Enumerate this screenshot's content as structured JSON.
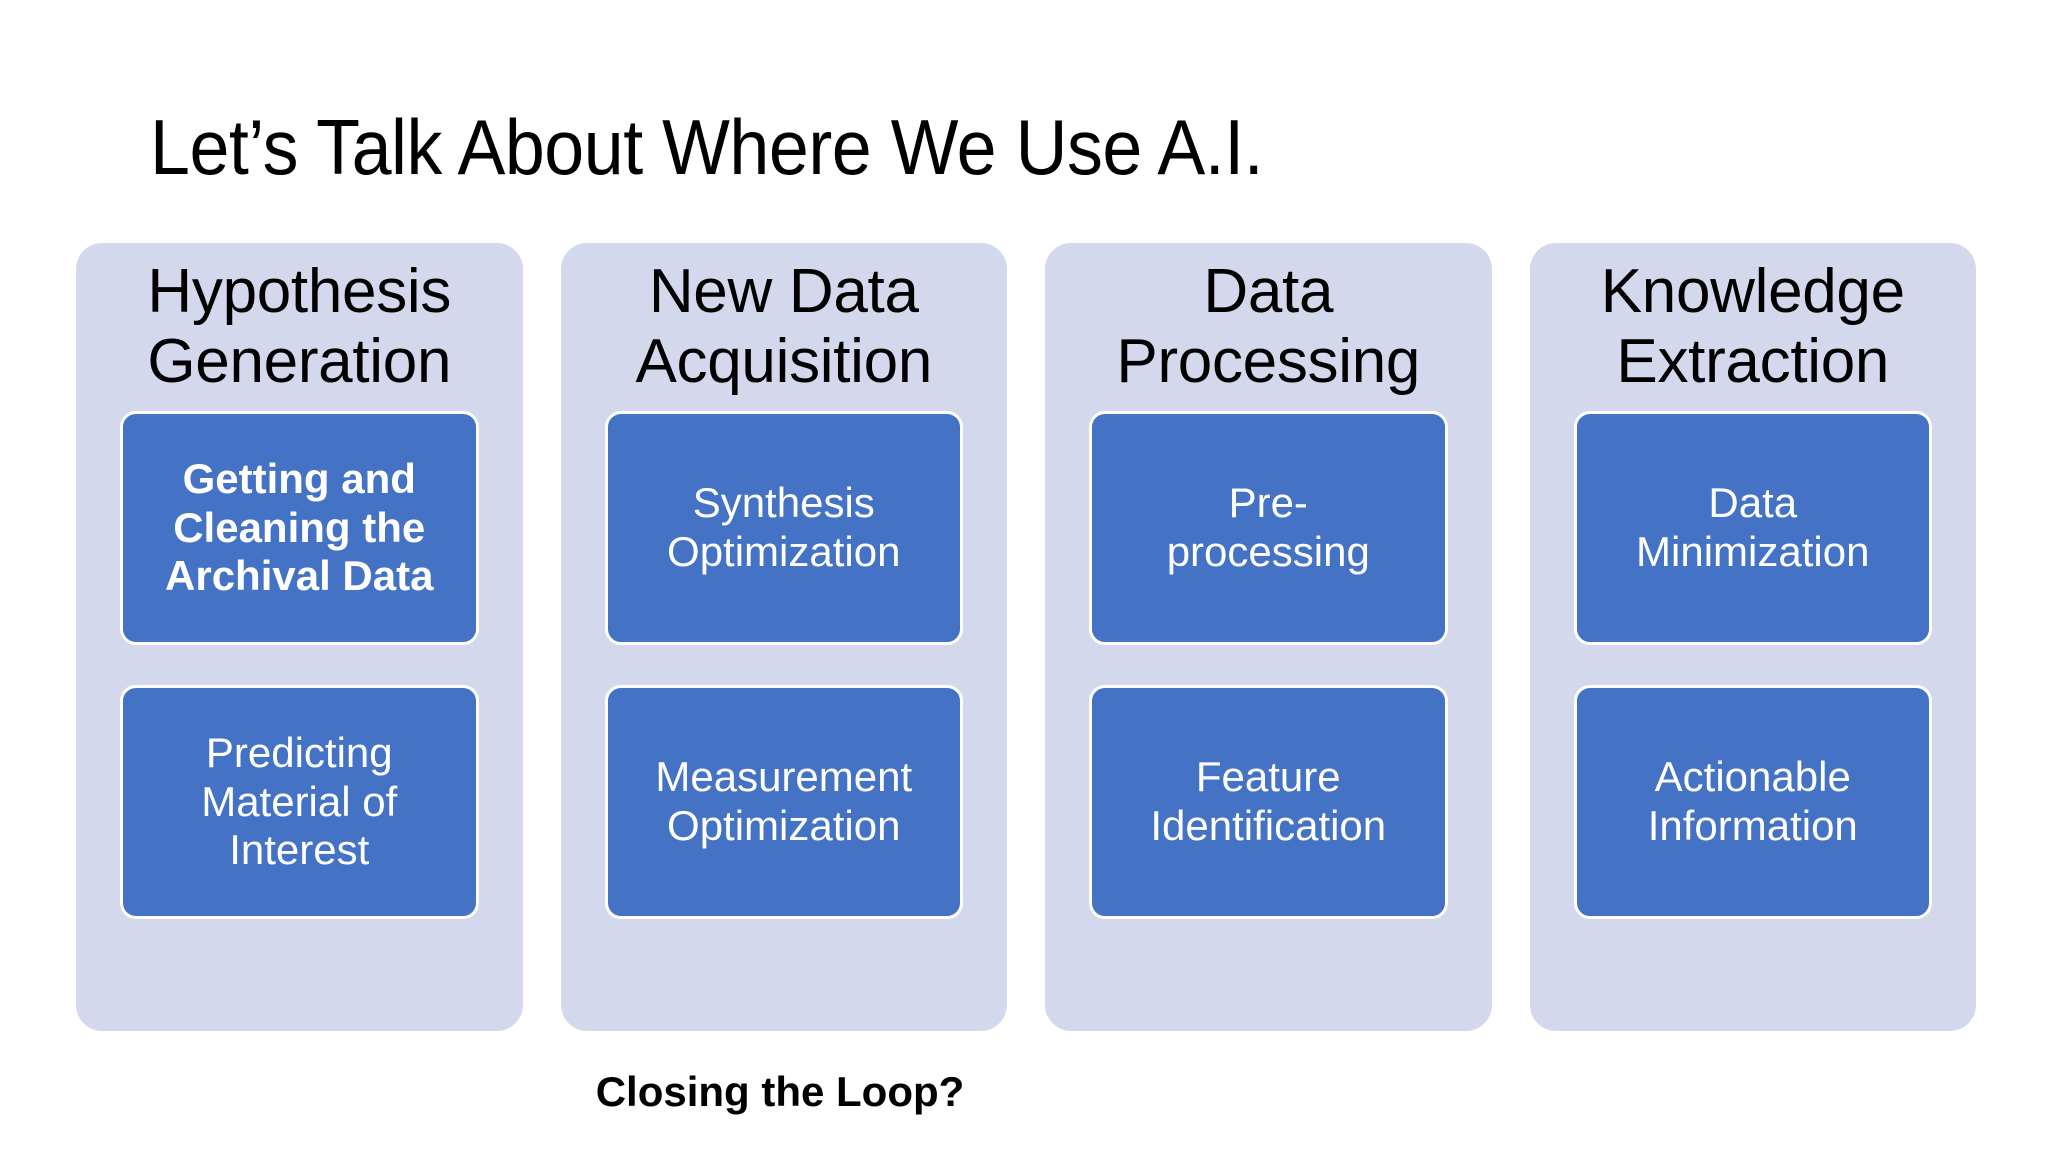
{
  "slide": {
    "title": "Let’s Talk About Where We Use A.I.",
    "caption": "Closing the Loop?",
    "accent_panel_color": "#d4d8ec",
    "accent_card_color": "#4472c4",
    "card_text_color": "#ffffff",
    "header_text_color": "#000000",
    "background_color": "#ffffff"
  },
  "columns": [
    {
      "header_lines": [
        "Hypothesis",
        "Generation"
      ],
      "cards": [
        {
          "lines": [
            "Getting and",
            "Cleaning the",
            "Archival Data"
          ],
          "emphasis": true
        },
        {
          "lines": [
            "Predicting",
            "Material of",
            "Interest"
          ],
          "emphasis": false
        }
      ]
    },
    {
      "header_lines": [
        "New Data",
        "Acquisition"
      ],
      "cards": [
        {
          "lines": [
            "Synthesis",
            "Optimization"
          ],
          "emphasis": false
        },
        {
          "lines": [
            "Measurement",
            "Optimization"
          ],
          "emphasis": false
        }
      ]
    },
    {
      "header_lines": [
        "Data",
        "Processing"
      ],
      "cards": [
        {
          "lines": [
            "Pre-",
            "processing"
          ],
          "emphasis": false
        },
        {
          "lines": [
            "Feature",
            "Identification"
          ],
          "emphasis": false
        }
      ]
    },
    {
      "header_lines": [
        "Knowledge",
        "Extraction"
      ],
      "cards": [
        {
          "lines": [
            "Data",
            "Minimization"
          ],
          "emphasis": false
        },
        {
          "lines": [
            "Actionable",
            "Information"
          ],
          "emphasis": false
        }
      ]
    }
  ]
}
